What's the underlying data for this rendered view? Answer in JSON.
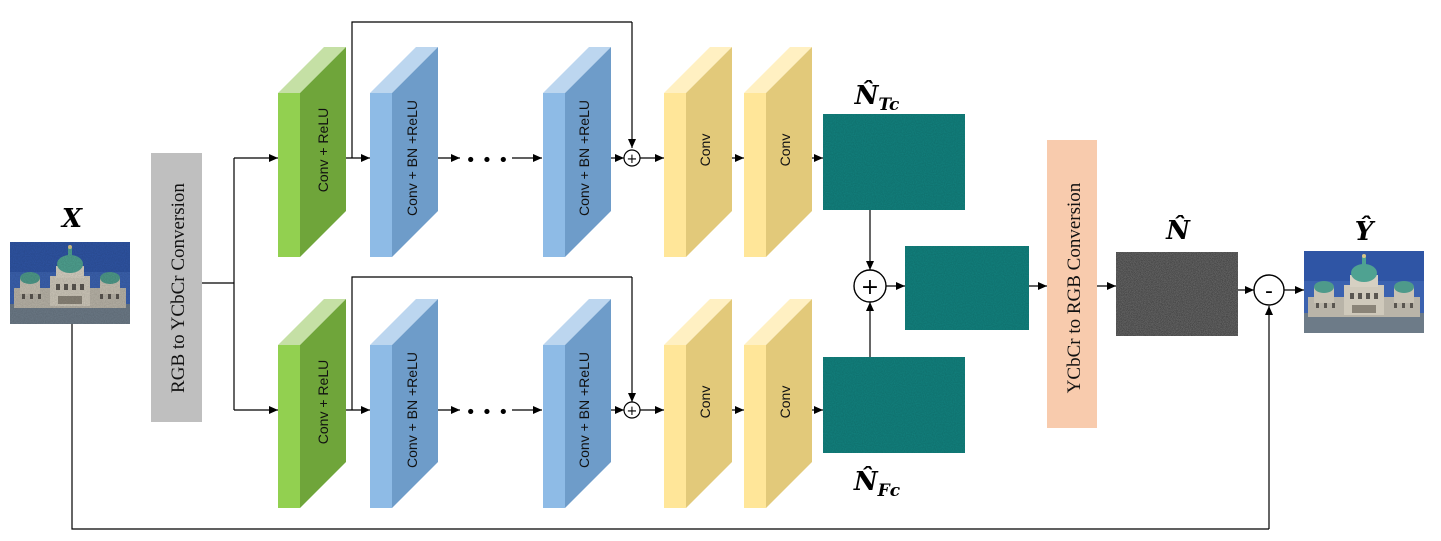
{
  "labels": {
    "input": "X",
    "output": "Ŷ",
    "noise_tc_base": "N̂",
    "noise_tc_sub": "Tc",
    "noise_fc_base": "N̂",
    "noise_fc_sub": "Fc",
    "noise": "N̂"
  },
  "blocks": {
    "rgb_to_ycbcr": "RGB to YCbCr Conversion",
    "ycbcr_to_rgb": "YCbCr to RGB Conversion",
    "conv_relu": "Conv + ReLU",
    "conv_bn_relu": "Conv + BN +ReLU",
    "conv": "Conv",
    "ellipsis": "• • •"
  },
  "operators": {
    "plus": "+",
    "minus": "-"
  },
  "colors": {
    "green_front": "#6fa53a",
    "green_side": "#92d050",
    "blue_front": "#6e9cc9",
    "blue_side": "#8ebbe6",
    "yellow_front": "#e2c97a",
    "yellow_side": "#ffe699",
    "teal": "#128380",
    "noise_dark": "#2b2b2b",
    "gray_block": "#bfbfbf",
    "peach_block": "#f8cbad",
    "sky": "#3d63b0"
  },
  "icons": {
    "input_image": "building-photo-icon",
    "output_image": "building-photo-icon"
  }
}
